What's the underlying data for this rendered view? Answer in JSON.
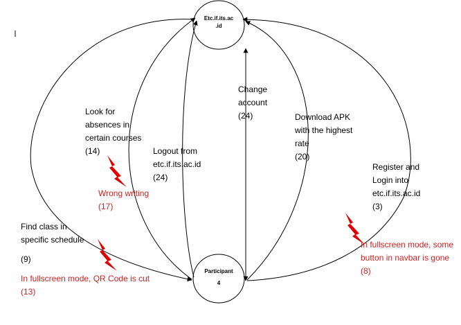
{
  "nodes": {
    "top": {
      "lines": [
        "Etc.if.its.ac",
        ".id"
      ]
    },
    "bottom": {
      "lines": [
        "Participant",
        "4"
      ]
    }
  },
  "labels": [
    {
      "id": "look-for-absences",
      "lines": [
        "Look for",
        "absences in",
        "certain courses",
        "(14)"
      ],
      "color": "#000000"
    },
    {
      "id": "logout",
      "lines": [
        "Logout from",
        "etc.if.its.ac.id",
        "(24)"
      ],
      "color": "#000000"
    },
    {
      "id": "change-account",
      "lines": [
        "Change",
        "account",
        "(24)"
      ],
      "color": "#000000"
    },
    {
      "id": "download-apk",
      "lines": [
        "Download APK",
        "with the highest",
        "rate",
        "(20)"
      ],
      "color": "#000000"
    },
    {
      "id": "register-login",
      "lines": [
        "Register and",
        "Login into",
        "etc.if.its.ac.id",
        "(3)"
      ],
      "color": "#000000"
    },
    {
      "id": "find-class",
      "lines": [
        "Find class in",
        "specific schedule",
        "(9)"
      ],
      "color": "#000000"
    },
    {
      "id": "wrong-writing",
      "lines": [
        "Wrong writing",
        "(17)"
      ],
      "color": "#d21f1f"
    },
    {
      "id": "qr-code-cut",
      "lines": [
        "In fullscreen mode, QR Code is cut",
        "(13)"
      ],
      "color": "#d21f1f"
    },
    {
      "id": "navbar-button-gone",
      "lines": [
        "In fullscreen mode, some",
        "button in navbar is gone",
        "(8)"
      ],
      "color": "#d21f1f"
    }
  ],
  "colors": {
    "line": "#000000",
    "issue": "#e00000"
  },
  "icons": [
    "lightning-bolt-icon",
    "arrowhead-icon"
  ]
}
